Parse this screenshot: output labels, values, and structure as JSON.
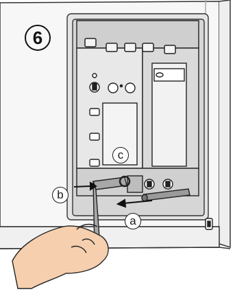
{
  "step": {
    "number": "6"
  },
  "callouts": {
    "a": "a",
    "b": "b",
    "c": "c"
  }
}
